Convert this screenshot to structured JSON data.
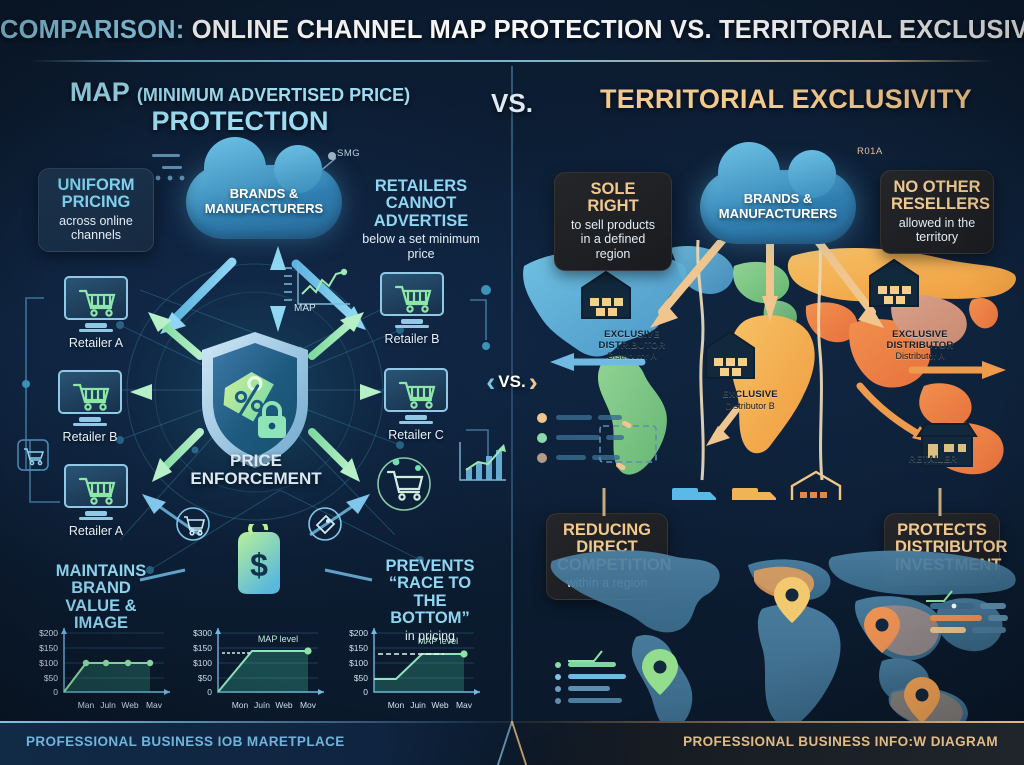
{
  "header": {
    "title_prefix": "COMPARISON:",
    "title_main": "ONLINE CHANNEL MAP PROTECTION VS. TERRITORIAL EXCLUSIVITY",
    "left_column_title_main": "MAP",
    "left_column_title_paren": "(MINIMUM ADVERTISED PRICE)",
    "left_column_title_second": "PROTECTION",
    "vs_top": "VS.",
    "right_column_title": "TERRITORIAL EXCLUSIVITY"
  },
  "center": {
    "vs_label": "VS.",
    "chevron_left": "‹",
    "chevron_right": "›"
  },
  "left": {
    "cloud_line1": "BRANDS &",
    "cloud_line2": "MANUFACTURERS",
    "cloud_tag": "SMG",
    "callouts": [
      {
        "headline": "UNIFORM PRICING",
        "sub": "across online channels"
      },
      {
        "headline": "RETAILERS CANNOT ADVERTISE",
        "sub": "below a set minimum price"
      },
      {
        "headline": "MAINTAINS BRAND VALUE & IMAGE",
        "sub": ""
      },
      {
        "headline": "PREVENTS “RACE TO THE BOTTOM”",
        "sub": "in pricing"
      }
    ],
    "shield_label_line1": "PRICE",
    "shield_label_line2": "ENFORCEMENT",
    "map_chart_label": "MAP",
    "retailers": [
      {
        "label": "Retailer A"
      },
      {
        "label": "Retailer B"
      },
      {
        "label": "Retailer A"
      },
      {
        "label": "Retailer B"
      },
      {
        "label": "Retailer C"
      }
    ],
    "footer": "PROFESSIONAL BUSINESS IOB MARETPLACE"
  },
  "right": {
    "cloud_line1": "BRANDS &",
    "cloud_line2": "MANUFACTURERS",
    "cloud_tag": "R01A",
    "callouts": [
      {
        "headline": "SOLE RIGHT",
        "sub": "to sell products in a defined region"
      },
      {
        "headline": "NO OTHER RESELLERS",
        "sub": "allowed in the territory"
      },
      {
        "headline": "REDUCING DIRECT COMPETITION",
        "sub": "within a region"
      },
      {
        "headline": "PROTECTS DISTRIBUTOR INVESTMENT",
        "sub": ""
      }
    ],
    "map_labels": [
      {
        "title": "EXCLUSIVE DISTRIBUTOR",
        "name": "Distributor A"
      },
      {
        "title": "EXCLUSIVE",
        "name": "Distributor B"
      },
      {
        "title": "EXCLUSIVE DISTRIBUTOR",
        "name": "Distributor A"
      },
      {
        "title": "RETAILER",
        "name": ""
      }
    ],
    "footer": "PROFESSIONAL BUSINESS INFO:W DIAGRAM"
  },
  "chart_data": [
    {
      "type": "line",
      "title": "",
      "categories": [
        "Man",
        "Juln",
        "Web",
        "Mav"
      ],
      "values": [
        100,
        100,
        100,
        100
      ],
      "ytick_labels": [
        "$200",
        "$150",
        "$100",
        "$50",
        "0"
      ],
      "ylim": [
        0,
        200
      ],
      "ylabel": "",
      "xlabel": "",
      "grid": true,
      "annotation": "",
      "series_color": "#8fe3a8"
    },
    {
      "type": "line",
      "title": "",
      "categories": [
        "Mon",
        "Juín",
        "Web",
        "Mov"
      ],
      "values": [
        140,
        140,
        140,
        140
      ],
      "ytick_labels": [
        "$300",
        "$150",
        "$100",
        "$50",
        "0"
      ],
      "ylim": [
        0,
        300
      ],
      "ylabel": "",
      "xlabel": "",
      "grid": true,
      "annotation": "MAP level",
      "series_color": "#8fe3c0"
    },
    {
      "type": "line",
      "title": "",
      "categories": [
        "Mon",
        "Juin",
        "Web",
        "Mav"
      ],
      "values": [
        50,
        50,
        135,
        135
      ],
      "ytick_labels": [
        "$200",
        "$150",
        "$100",
        "$50",
        "0"
      ],
      "ylim": [
        0,
        200
      ],
      "ylabel": "",
      "xlabel": "",
      "grid": true,
      "annotation": "MAP level",
      "series_color": "#8fe3c0"
    }
  ],
  "colors": {
    "background": "#0d2038",
    "accent_blue": "#7fd2ef",
    "accent_tan": "#f0c98f",
    "accent_green": "#8fe3a8",
    "map_region_blue": "#5aa9d6",
    "map_region_green": "#7cc47f",
    "map_region_amber": "#f0a83c",
    "map_region_orange": "#ef8c4a"
  }
}
